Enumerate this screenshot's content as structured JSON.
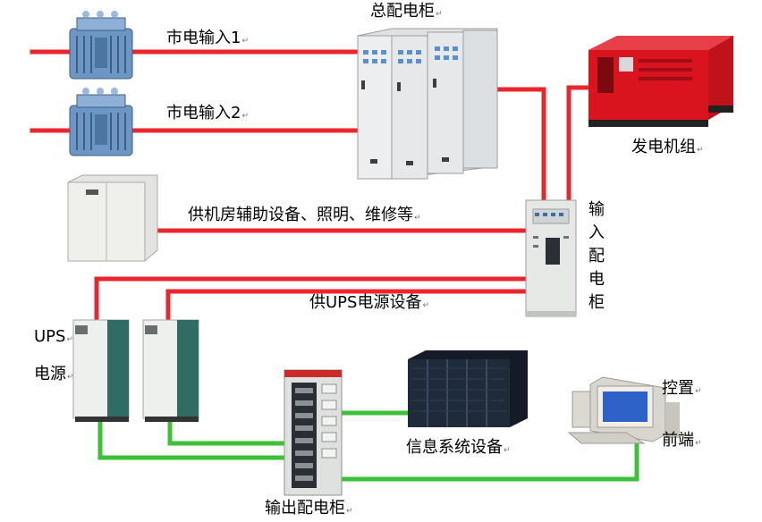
{
  "colors": {
    "power_line": "#e8262b",
    "ups_line": "#3fc03a",
    "cabinet": "#e4e6e8",
    "generator": "#d9141e",
    "rack": "#1f2a3b",
    "transformer": "#5a86b8"
  },
  "labels": {
    "mains_input_1": "市电输入1",
    "mains_input_2": "市电输入2",
    "main_cabinet": "总配电柜",
    "generator": "发电机组",
    "aux_supply": "供机房辅助设备、照明、维修等",
    "input_cabinet_chars": [
      "输",
      "入",
      "配",
      "电",
      "柜"
    ],
    "ups_supply": "供UPS电源设备",
    "ups_power_line1": "UPS",
    "ups_power_line2": "电源",
    "it_equipment": "信息系统设备",
    "control_line1": "控置",
    "control_line2": "前端",
    "output_cabinet": "输出配电柜",
    "return_mark": "↵"
  }
}
